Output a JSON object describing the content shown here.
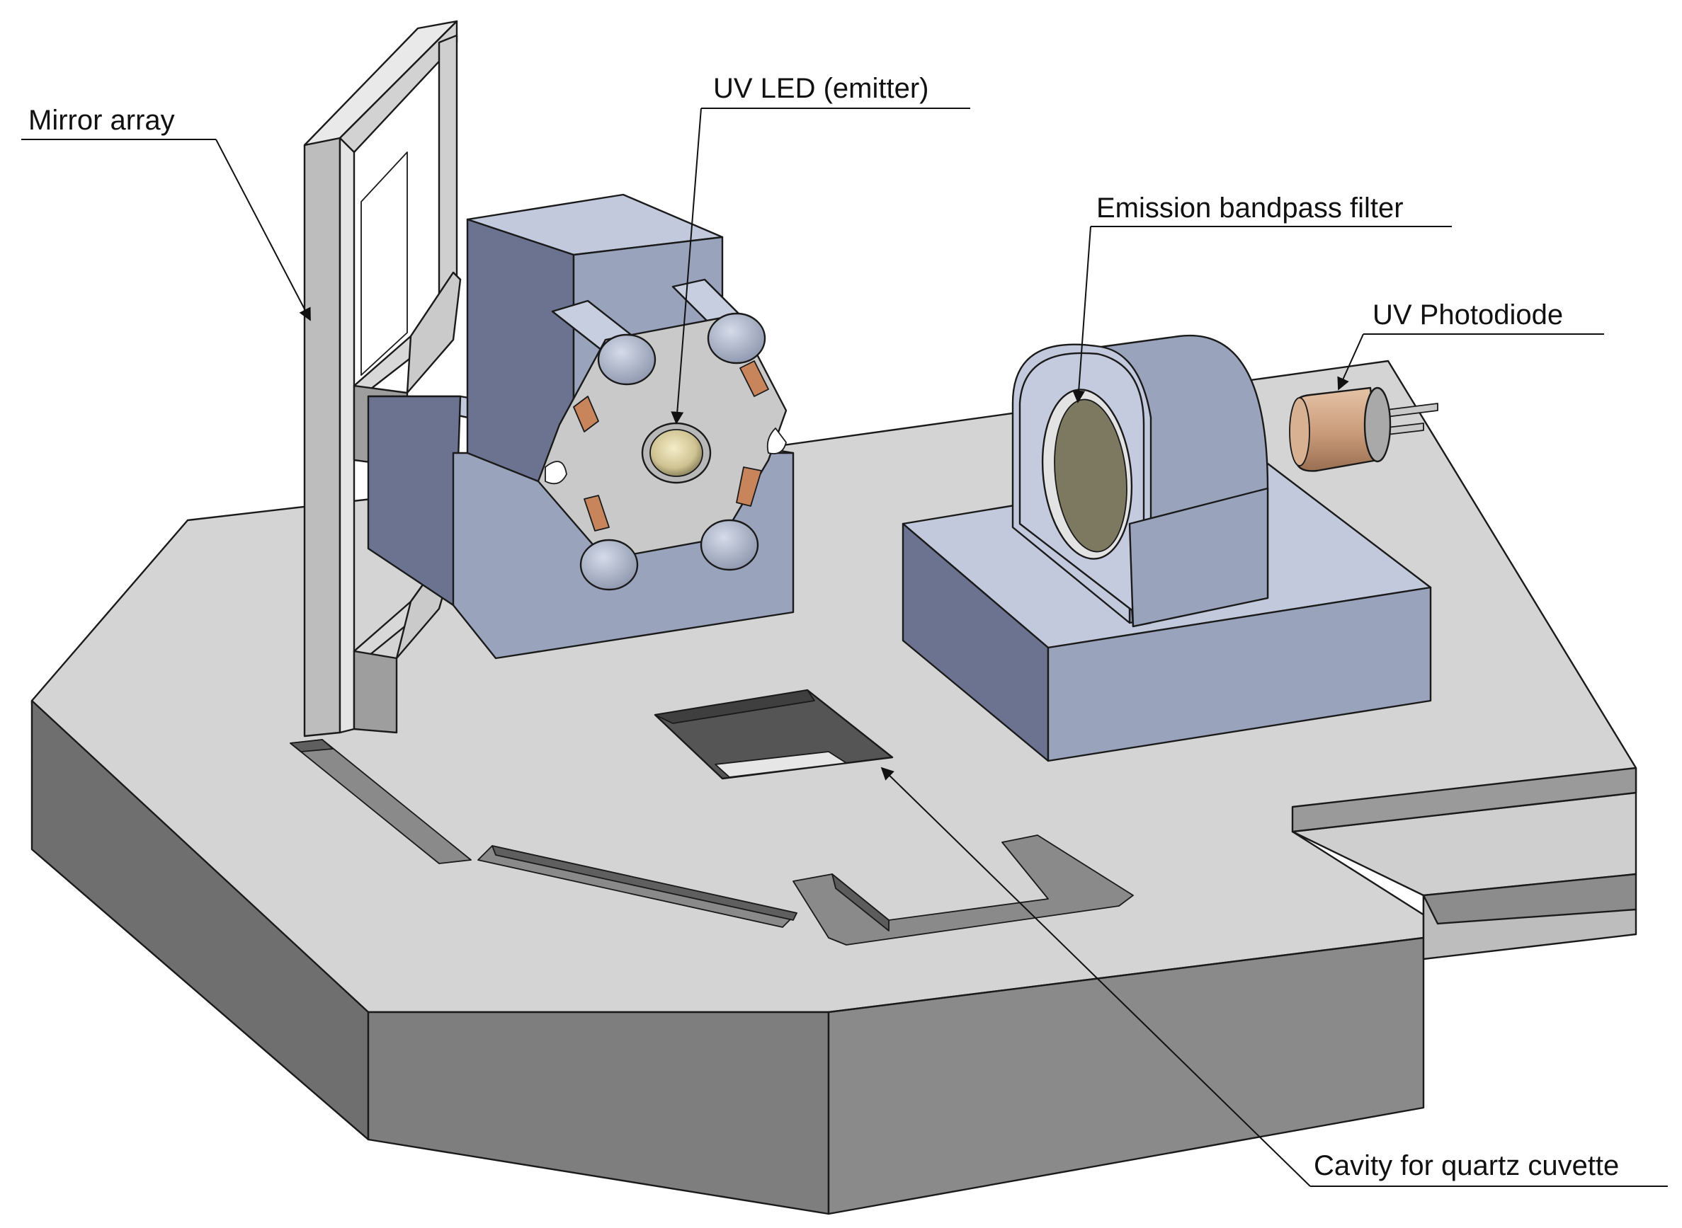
{
  "labels": {
    "mirror_array": "Mirror array",
    "uv_led": "UV LED (emitter)",
    "emission_filter": "Emission bandpass filter",
    "uv_photodiode": "UV Photodiode",
    "cavity": "Cavity for quartz cuvette"
  },
  "colors": {
    "base_top": "#d4d4d4",
    "base_side_dark": "#6f6f6f",
    "base_side_mid": "#858585",
    "mount_top": "#c2c9dc",
    "mount_front": "#9aa3bc",
    "mount_side": "#6b7390",
    "led_board": "#c9c9c9",
    "led_pad": "#c8845a",
    "led_dome": "#d8ceA0",
    "filter_glass": "#7d7860",
    "photodiode": "#c99b7a"
  }
}
